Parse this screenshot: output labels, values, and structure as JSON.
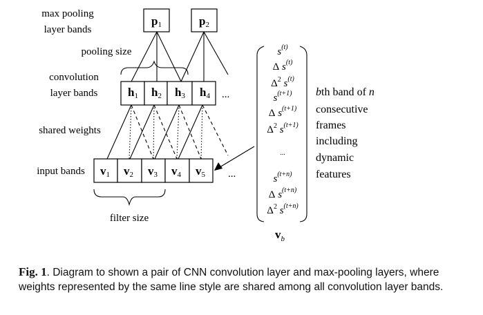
{
  "labels": {
    "max_pooling_1": "max pooling",
    "max_pooling_2": "layer bands",
    "pooling_size": "pooling size",
    "convolution_1": "convolution",
    "convolution_2": "layer bands",
    "shared_weights": "shared weights",
    "input_bands": "input bands",
    "filter_size": "filter size",
    "ellipsis": "..."
  },
  "pooling_nodes": [
    {
      "base": "p",
      "sub": "1"
    },
    {
      "base": "p",
      "sub": "2"
    }
  ],
  "conv_nodes": [
    {
      "base": "h",
      "sub": "1"
    },
    {
      "base": "h",
      "sub": "2"
    },
    {
      "base": "h",
      "sub": "3"
    },
    {
      "base": "h",
      "sub": "4"
    }
  ],
  "input_nodes": [
    {
      "base": "v",
      "sub": "1"
    },
    {
      "base": "v",
      "sub": "2"
    },
    {
      "base": "v",
      "sub": "3"
    },
    {
      "base": "v",
      "sub": "4"
    },
    {
      "base": "v",
      "sub": "5"
    }
  ],
  "vector_entries": [
    {
      "prefix": "",
      "base": "s",
      "sup": "(t)"
    },
    {
      "prefix": "Δ",
      "base": "s",
      "sup": "(t)"
    },
    {
      "prefix": "Δ2",
      "base": "s",
      "sup": "(t)"
    },
    {
      "prefix": "",
      "base": "s",
      "sup": "(t+1)"
    },
    {
      "prefix": "Δ",
      "base": "s",
      "sup": "(t+1)"
    },
    {
      "prefix": "Δ2",
      "base": "s",
      "sup": "(t+1)"
    },
    {
      "prefix": "",
      "base": "...",
      "sup": ""
    },
    {
      "prefix": "",
      "base": "s",
      "sup": "(t+n)"
    },
    {
      "prefix": "Δ",
      "base": "s",
      "sup": "(t+n)"
    },
    {
      "prefix": "Δ2",
      "base": "s",
      "sup": "(t+n)"
    }
  ],
  "vector_label": {
    "base": "v",
    "sub": "b"
  },
  "band_description": [
    "bth band of n",
    "consecutive",
    "frames",
    "including",
    "dynamic",
    "features"
  ],
  "caption": {
    "label": "Fig. 1",
    "text": ". Diagram to shown a pair of CNN convolution layer and max-pooling layers, where weights represented by the same line style are shared among all convolution layer bands."
  }
}
